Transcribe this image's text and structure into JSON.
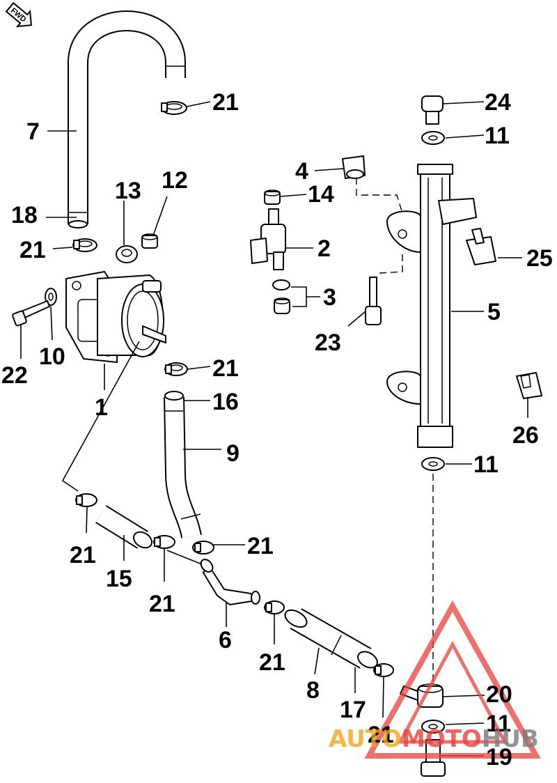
{
  "front_indicator": {
    "label": "FWD"
  },
  "callouts": [
    {
      "id": "c21a",
      "text": "21"
    },
    {
      "id": "c7",
      "text": "7"
    },
    {
      "id": "c24",
      "text": "24"
    },
    {
      "id": "c11a",
      "text": "11"
    },
    {
      "id": "c12",
      "text": "12"
    },
    {
      "id": "c13",
      "text": "13"
    },
    {
      "id": "c4",
      "text": "4"
    },
    {
      "id": "c14",
      "text": "14"
    },
    {
      "id": "c18",
      "text": "18"
    },
    {
      "id": "c21b",
      "text": "21"
    },
    {
      "id": "c2",
      "text": "2"
    },
    {
      "id": "c25",
      "text": "25"
    },
    {
      "id": "c3",
      "text": "3"
    },
    {
      "id": "c5",
      "text": "5"
    },
    {
      "id": "c23",
      "text": "23"
    },
    {
      "id": "c10",
      "text": "10"
    },
    {
      "id": "c22",
      "text": "22"
    },
    {
      "id": "c21c",
      "text": "21"
    },
    {
      "id": "c16",
      "text": "16"
    },
    {
      "id": "c1",
      "text": "1"
    },
    {
      "id": "c26",
      "text": "26"
    },
    {
      "id": "c9",
      "text": "9"
    },
    {
      "id": "c11b",
      "text": "11"
    },
    {
      "id": "c21d",
      "text": "21"
    },
    {
      "id": "c21e",
      "text": "21"
    },
    {
      "id": "c15",
      "text": "15"
    },
    {
      "id": "c21f",
      "text": "21"
    },
    {
      "id": "c6",
      "text": "6"
    },
    {
      "id": "c21g",
      "text": "21"
    },
    {
      "id": "c8",
      "text": "8"
    },
    {
      "id": "c20",
      "text": "20"
    },
    {
      "id": "c17",
      "text": "17"
    },
    {
      "id": "c11c",
      "text": "11"
    },
    {
      "id": "c21h",
      "text": "21"
    },
    {
      "id": "c19",
      "text": "19"
    }
  ],
  "watermark": {
    "part1": "AUTO",
    "part2": "MOTO",
    "part3": "HUB",
    "colors": {
      "orange": "#f6a31a",
      "red": "#e8413c",
      "gray": "#7a7a7a"
    }
  }
}
